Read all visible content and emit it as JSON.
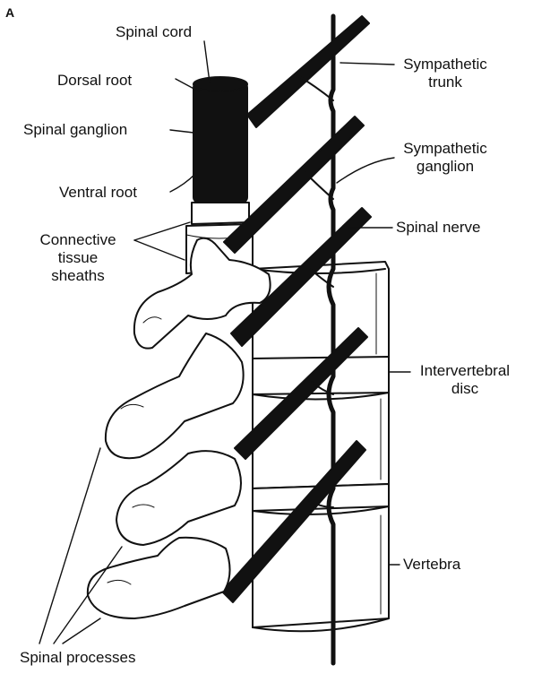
{
  "panel_letter": "A",
  "labels": {
    "spinal_cord": "Spinal cord",
    "dorsal_root": "Dorsal root",
    "spinal_ganglion": "Spinal ganglion",
    "ventral_root": "Ventral root",
    "connective_line1": "Connective",
    "connective_line2": "tissue",
    "connective_line3": "sheaths",
    "sympathetic_trunk_line1": "Sympathetic",
    "sympathetic_trunk_line2": "trunk",
    "sympathetic_ganglion_line1": "Sympathetic",
    "sympathetic_ganglion_line2": "ganglion",
    "spinal_nerve": "Spinal nerve",
    "intervertebral_line1": "Intervertebral",
    "intervertebral_line2": "disc",
    "vertebra": "Vertebra",
    "spinal_processes": "Spinal processes"
  },
  "colors": {
    "ink": "#111111",
    "bone": "#ffffff",
    "background": "#ffffff"
  }
}
